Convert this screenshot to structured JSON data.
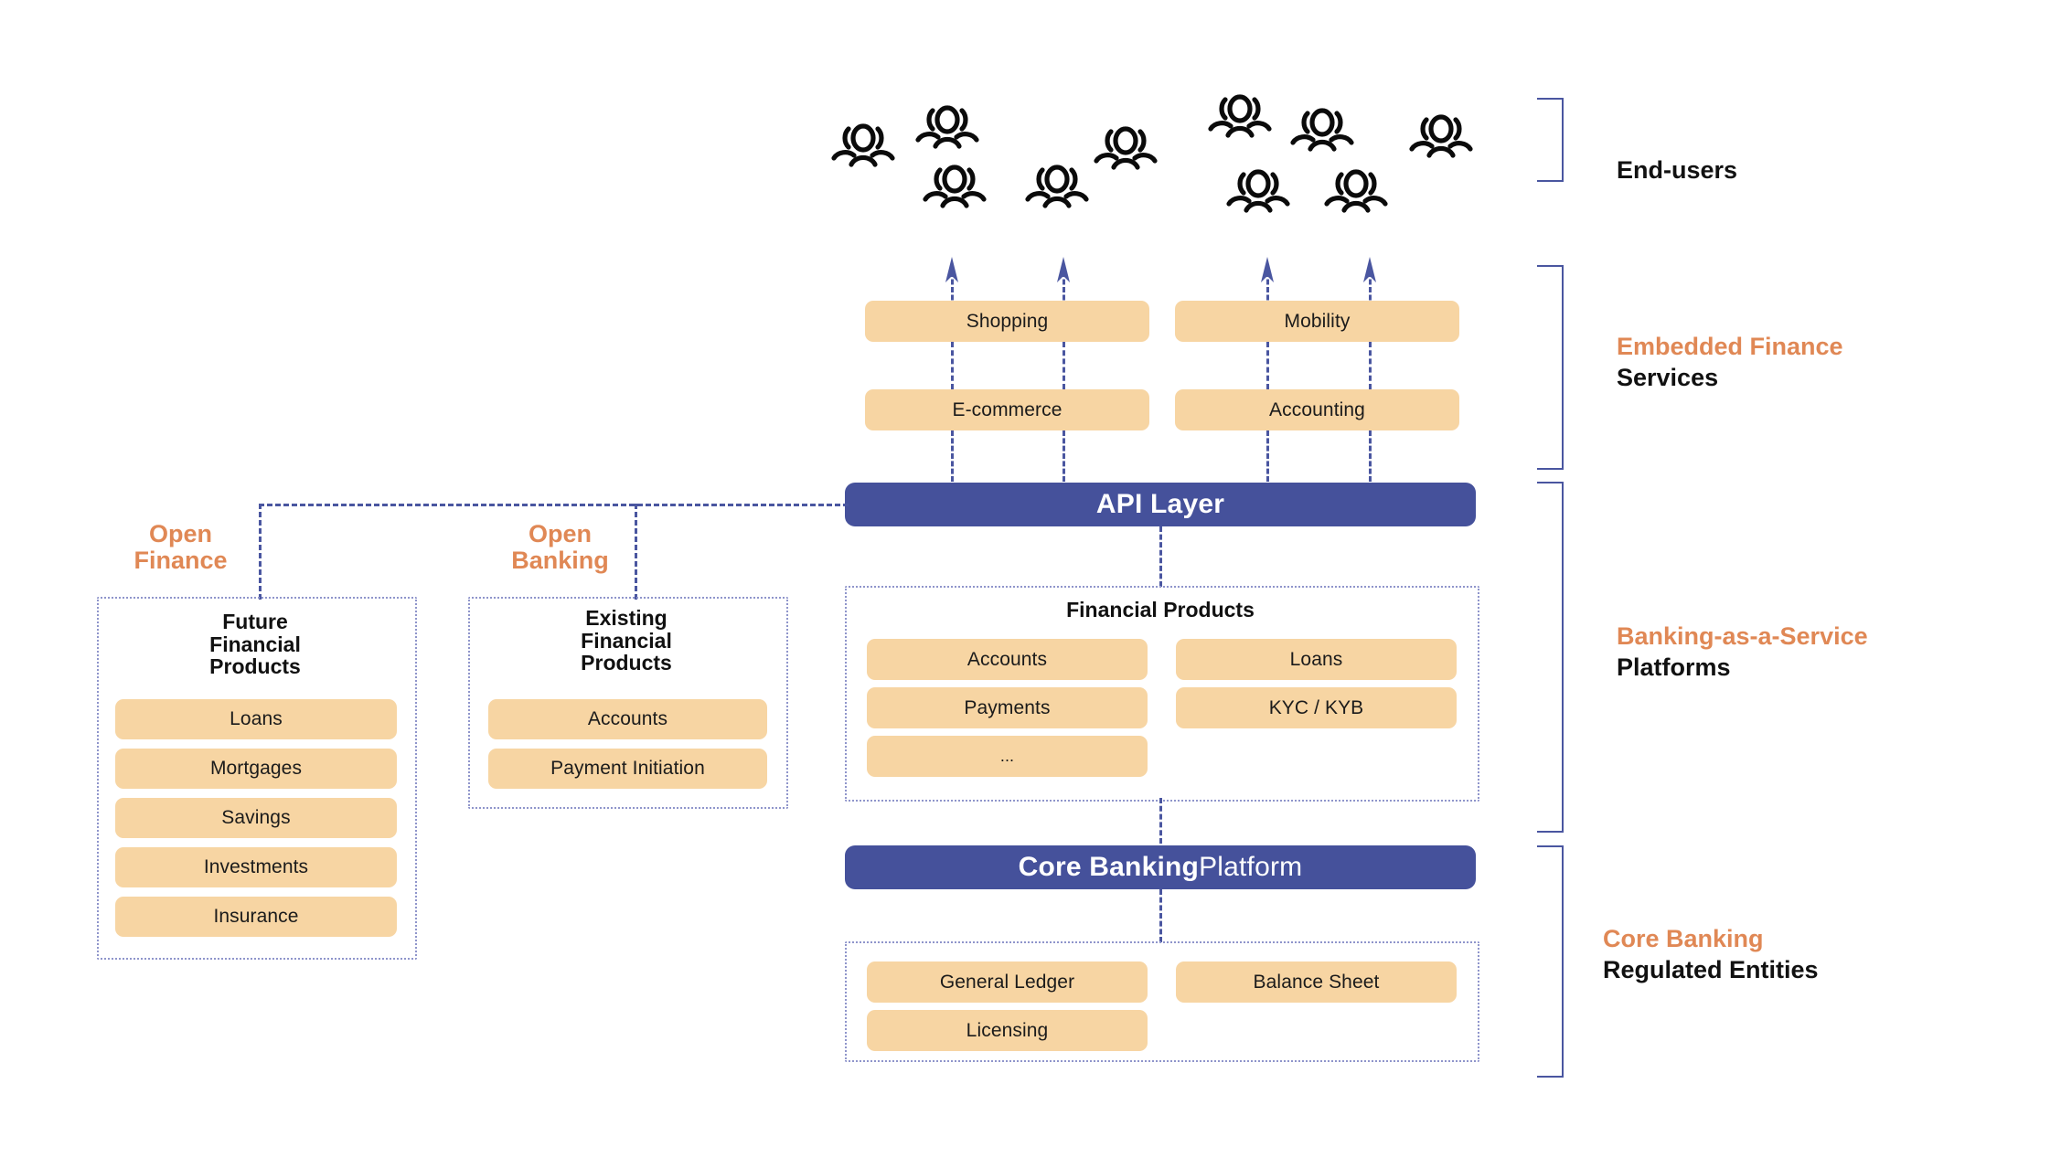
{
  "diagram": {
    "title": "Embedded Finance / Banking-as-a-Service stack",
    "colors": {
      "accent_orange": "#e08855",
      "pill_tan": "#f7d5a3",
      "bar_blue": "#45519b",
      "line_blue": "#4a56a0",
      "dot_border": "#8f95cb",
      "text_dark": "#111111",
      "background": "#ffffff"
    }
  },
  "tiers": [
    {
      "id": "end-users",
      "accent": "",
      "plain": "End-users"
    },
    {
      "id": "embedded",
      "accent": "Embedded Finance",
      "plain": "Services"
    },
    {
      "id": "baas",
      "accent": "Banking-as-a-Service",
      "plain": "Platforms"
    },
    {
      "id": "core-banking",
      "accent": "Core Banking",
      "plain": "Regulated Entities"
    }
  ],
  "end_users": {
    "icon_name": "user-group-icon",
    "icon_count": 9
  },
  "embedded_services": {
    "left_column": [
      "Shopping",
      "E-commerce"
    ],
    "right_column": [
      "Mobility",
      "Accounting"
    ]
  },
  "api_layer": {
    "label": "API Layer"
  },
  "financial_products": {
    "title": "Financial Products",
    "left_column": [
      "Accounts",
      "Payments",
      "..."
    ],
    "right_column": [
      "Loans",
      "KYC / KYB"
    ]
  },
  "core_platform": {
    "label_bold": "Core Banking",
    "label_light": " Platform"
  },
  "core_entities": {
    "left_column": [
      "General Ledger",
      "Licensing"
    ],
    "right_column": [
      "Balance Sheet"
    ]
  },
  "open_finance": {
    "label_line1": "Open",
    "label_line2": "Finance",
    "group_title": "Future\nFinancial\nProducts",
    "group_title_line1": "Future",
    "group_title_line2": "Financial",
    "group_title_line3": "Products",
    "items": [
      "Loans",
      "Mortgages",
      "Savings",
      "Investments",
      "Insurance"
    ]
  },
  "open_banking": {
    "label_line1": "Open",
    "label_line2": "Banking",
    "group_title_line1": "Existing",
    "group_title_line2": "Financial",
    "group_title_line3": "Products",
    "items": [
      "Accounts",
      "Payment Initiation"
    ]
  }
}
